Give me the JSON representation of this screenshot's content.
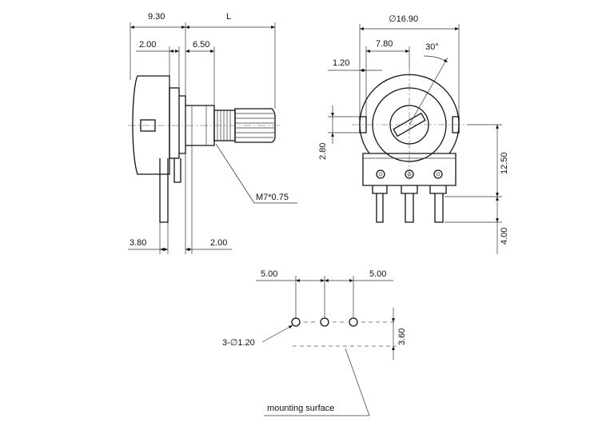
{
  "dimensions": {
    "side_9_30": "9.30",
    "side_L": "L",
    "side_2_00_top": "2.00",
    "side_6_50": "6.50",
    "side_thread": "M7*0.75",
    "side_3_80": "3.80",
    "side_2_00_bottom": "2.00",
    "front_dia_16_90": "∅16.90",
    "front_7_80": "7.80",
    "front_30deg": "30°",
    "front_1_20": "1.20",
    "front_2_80": "2.80",
    "front_12_50": "12.50",
    "front_4_00": "4.00",
    "pcb_5_00_left": "5.00",
    "pcb_5_00_right": "5.00",
    "pcb_holes": "3-∅1.20",
    "pcb_3_60": "3.60",
    "pcb_mounting_surface": "mounting surface"
  }
}
